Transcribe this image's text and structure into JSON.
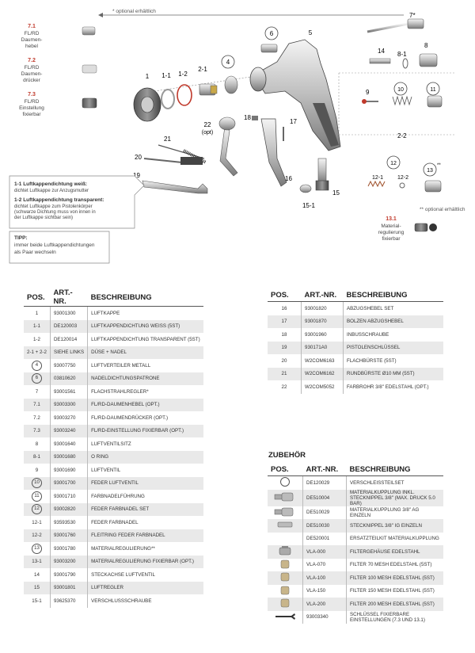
{
  "diagram": {
    "optional_note_top": "* optional erhältlich",
    "optional_note_right": "** optional erhältlich",
    "callouts": [
      "1",
      "1-1",
      "1-2",
      "2-1",
      "4",
      "6",
      "5",
      "7*",
      "14",
      "8-1",
      "8",
      "9",
      "10",
      "11",
      "2-2",
      "12",
      "12-1",
      "12-2",
      "13**",
      "13.1",
      "15",
      "15-1",
      "16",
      "17",
      "18",
      "19",
      "20",
      "21",
      "22 (opt)"
    ],
    "side_items": [
      {
        "num": "7.1",
        "label": "FL/RD Daumen-hebel"
      },
      {
        "num": "7.2",
        "label": "FL/RD Daumen-drücker"
      },
      {
        "num": "7.3",
        "label": "FL/RD Einstellung fixierbar"
      }
    ],
    "item_13_1_label": "Material-regulierung fixierbar",
    "note_box": {
      "h1": "1-1 Luftkappendichtung weiß:",
      "t1": "dichtet Luftkappe zur Anzugsmutter",
      "h2": "1-2 Luftkappendichtung transparent:",
      "t2a": "dichtet Luftkappe zum Pistolenkörper",
      "t2b": "(schwarze Dichtung muss von innen in",
      "t2c": "der Luftkappe sichtbar sein)",
      "tip_h": "TIPP:",
      "tip1": "immer beide Luftkappendichtungen",
      "tip2": "als Paar wechseln"
    }
  },
  "headers": {
    "pos": "POS.",
    "art": "ART.-NR.",
    "desc": "BESCHREIBUNG"
  },
  "parts_left": [
    {
      "pos": "1",
      "art": "93001300",
      "desc": "LUFTKAPPE"
    },
    {
      "pos": "1-1",
      "art": "DE120003",
      "desc": "LUFTKAPPENDICHTUNG WEIß (5St)"
    },
    {
      "pos": "1-2",
      "art": "DE120014",
      "desc": "LUFTKAPPENDICHTUNG TRANSPARENT (5St)"
    },
    {
      "pos": "2-1 + 2-2",
      "art": "siehe links",
      "desc": "DÜSE + NADEL"
    },
    {
      "pos": "4",
      "art": "93007750",
      "desc": "LUFTVERTEILER METALL",
      "circled": true
    },
    {
      "pos": "6",
      "art": "03810620",
      "desc": "NADELDICHTUNGSPATRONE",
      "circled": true
    },
    {
      "pos": "7",
      "art": "93001561",
      "desc": "FLACHSTRAHLREGLER*"
    },
    {
      "pos": "7.1",
      "art": "93003300",
      "desc": "FL/RD-DAUMENHEBEL (opt.)"
    },
    {
      "pos": "7.2",
      "art": "93003270",
      "desc": "FL/RD-DAUMENDRÜCKER (opt.)"
    },
    {
      "pos": "7.3",
      "art": "93003240",
      "desc": "FL/RD-EINSTELLUNG fixierbar (opt.)"
    },
    {
      "pos": "8",
      "art": "93001640",
      "desc": "LUFTVENTILSITZ"
    },
    {
      "pos": "8-1",
      "art": "93001680",
      "desc": "O RING"
    },
    {
      "pos": "9",
      "art": "93001690",
      "desc": "LUFTVENTIL"
    },
    {
      "pos": "10",
      "art": "93001700",
      "desc": "FEDER LUFTVENTIL",
      "circled": true
    },
    {
      "pos": "11",
      "art": "93001710",
      "desc": "FARBNADELFÜHRUNG",
      "circled": true
    },
    {
      "pos": "12",
      "art": "93002820",
      "desc": "FEDER FARBNADEL SET",
      "circled": true
    },
    {
      "pos": "12-1",
      "art": "93593530",
      "desc": "FEDER FARBNADEL"
    },
    {
      "pos": "12-2",
      "art": "93001760",
      "desc": "FLEITRING FEDER FARBNADEL"
    },
    {
      "pos": "13",
      "art": "93001780",
      "desc": "MATERIALREGULIERUNG**",
      "circled": true
    },
    {
      "pos": "13-1",
      "art": "93003200",
      "desc": "MATERIALREGULIERUNG fixierbar (opt.)"
    },
    {
      "pos": "14",
      "art": "93001790",
      "desc": "STECKACHSE LUFTVENTIL"
    },
    {
      "pos": "15",
      "art": "93001801",
      "desc": "LUFTREGLER"
    },
    {
      "pos": "15-1",
      "art": "93625370",
      "desc": "VERSCHLUSSSCHRAUBE"
    }
  ],
  "parts_right": [
    {
      "pos": "16",
      "art": "93001820",
      "desc": "ABZUGSHEBEL SET"
    },
    {
      "pos": "17",
      "art": "93001870",
      "desc": "BOLZEN ABZUGSHEBEL"
    },
    {
      "pos": "18",
      "art": "93001960",
      "desc": "INBUSSCHRAUBE"
    },
    {
      "pos": "19",
      "art": "930171A0",
      "desc": "PISTOLENSCHLÜSSEL"
    },
    {
      "pos": "20",
      "art": "W2COM6163",
      "desc": "FLACHBÜRSTE (5St)"
    },
    {
      "pos": "21",
      "art": "W2COM6162",
      "desc": "RUNDBÜRSTE ø10 mm (5St)"
    },
    {
      "pos": "22",
      "art": "W2COM5052",
      "desc": "FARBROHR 3/8\" EDELSTAHL (opt.)"
    }
  ],
  "accessories": {
    "title": "ZUBEHÖR",
    "rows": [
      {
        "icon": "o-ring-icon",
        "art": "DE120029",
        "desc": "VERSCHLEISSTEILSET"
      },
      {
        "icon": "coupling-icon",
        "art": "DE510004",
        "desc": "MATERIALKUPPLUNG inkl. Stecknippel 3/8\" (max. Druck 5.0 bar)"
      },
      {
        "icon": "coupling-icon",
        "art": "DE510029",
        "desc": "MATERIALKUPPLUNG 3/8\" AG einzeln"
      },
      {
        "icon": "nipple-icon",
        "art": "DE510030",
        "desc": "STECKNIPPEL 3/8\" IG einzeln"
      },
      {
        "icon": "",
        "art": "DE520001",
        "desc": "ERSATZTEILKIT MATERIALKUPPLUNG"
      },
      {
        "icon": "filter-housing-icon",
        "art": "VLA-000",
        "desc": "FILTERGEHÄUSE Edelstahl"
      },
      {
        "icon": "filter-icon",
        "art": "VLA-070",
        "desc": "FILTER 70 Mesh Edelstahl (5St)"
      },
      {
        "icon": "filter-icon",
        "art": "VLA-100",
        "desc": "FILTER 100 Mesh Edelstahl (5St)"
      },
      {
        "icon": "filter-icon",
        "art": "VLA-150",
        "desc": "FILTER 150 Mesh Edelstahl (5St)"
      },
      {
        "icon": "filter-icon",
        "art": "VLA-200",
        "desc": "FILTER 200 Mesh Edelstahl (5St)"
      },
      {
        "icon": "wrench-icon",
        "art": "93003340",
        "desc": "SCHLÜSSEL FIXIERBARE EINSTELLUNGEN (7.3 und 13.1)"
      }
    ]
  }
}
